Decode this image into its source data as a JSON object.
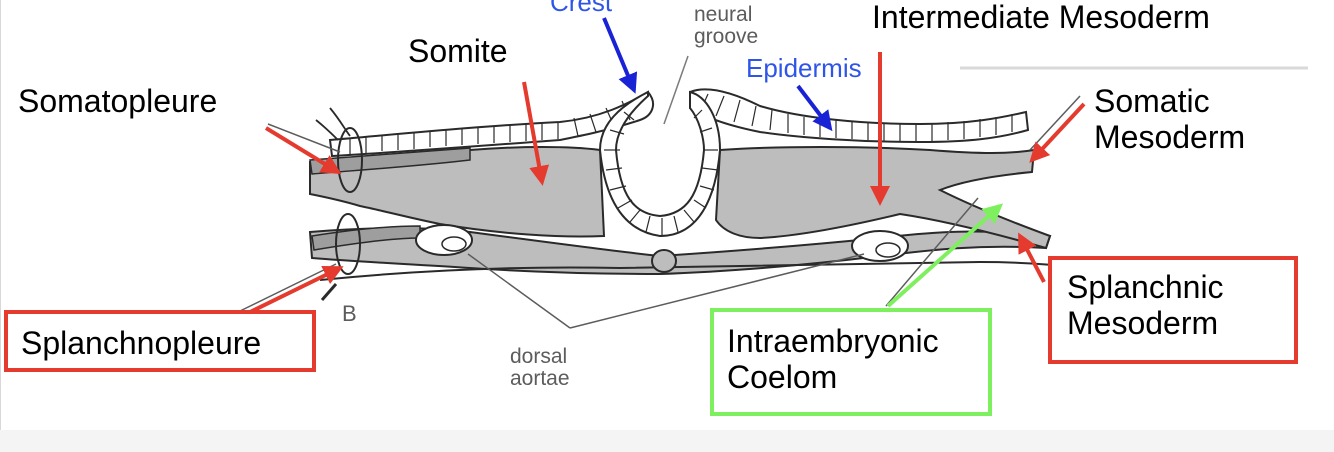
{
  "labels": {
    "crest": "Crest",
    "neural_groove": "neural groove",
    "intermediate_mesoderm": "Intermediate Mesoderm",
    "somite": "Somite",
    "epidermis": "Epidermis",
    "somatopleure": "Somatopleure",
    "somatic_mesoderm": "Somatic Mesoderm",
    "splanchnic_mesoderm": "Splanchnic Mesoderm",
    "splanchnopleure": "Splanchnopleure",
    "intraembryonic_coelom": "Intraembryonic Coelom",
    "dorsal_aortae": "dorsal aortae",
    "figure_letter": "B"
  },
  "colors": {
    "red_arrow": "#e53a2e",
    "blue_arrow": "#1a22d6",
    "green_arrow": "#7ef060",
    "blue_text": "#2f55e8",
    "tissue_fill": "#bdbdbd",
    "outline": "#2a2a2a"
  }
}
